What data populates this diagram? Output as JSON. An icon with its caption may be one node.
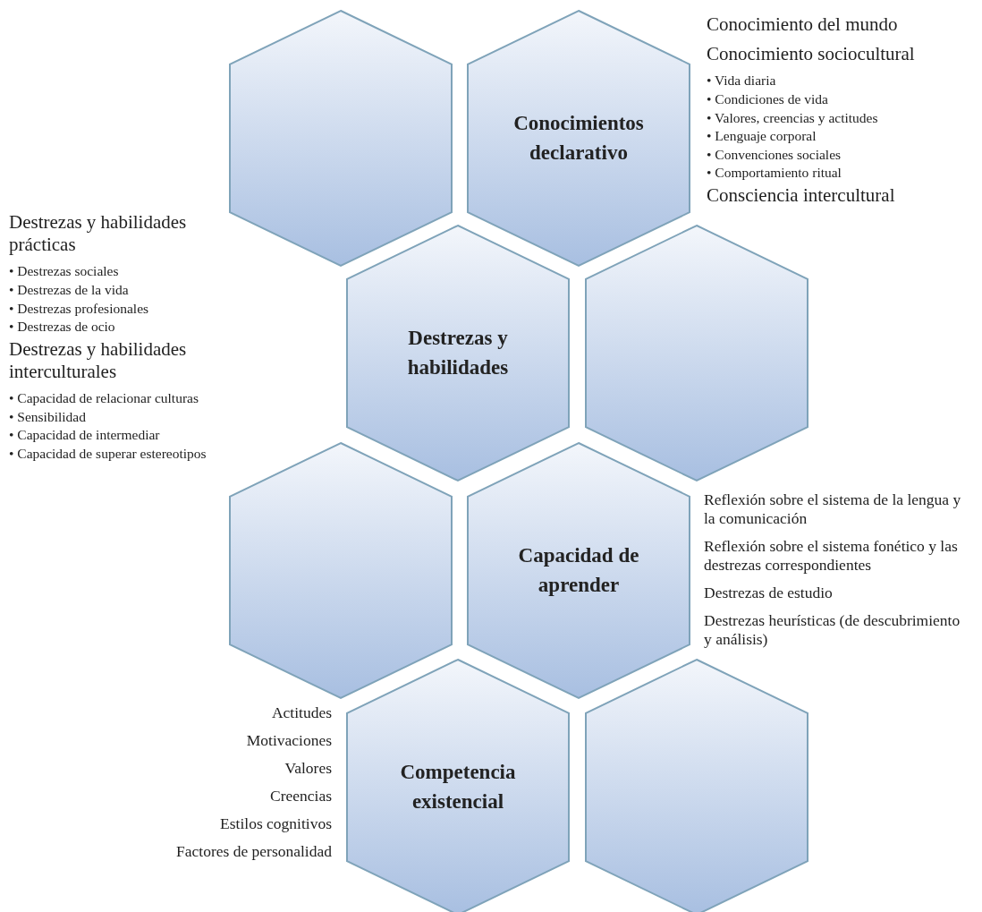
{
  "diagram": {
    "nodes": [
      {
        "text": [],
        "shape": "hexagon"
      },
      {
        "text": [
          "Conocimientos declarativo"
        ],
        "beside": [
          "Conocimiento del mundo",
          "Conocimiento sociocultural",
          "• Vida diaria",
          "• Condiciones de vida",
          "• Valores, creencias y actitudes",
          "• Lenguaje corporal",
          "• Convenciones sociales",
          "• Comportamiento ritual",
          "Consciencia intercultural"
        ]
      },
      {
        "text": [
          "Destrezas y habilidades"
        ]
      },
      {
        "text": [],
        "shape": "hexagon"
      },
      {
        "text": [],
        "shape": "hexagon"
      },
      {
        "text": [
          "Capacidad de aprender"
        ],
        "beside": [
          "Reflexión sobre el sistema de la lengua y la comunicación",
          "Reflexión sobre el sistema fonético y las destrezas correspondientes",
          "Destrezas de estudio",
          "Destrezas heurísticas (de descubrimiento y análisis)"
        ]
      },
      {
        "text": [
          "Competencia existencial"
        ],
        "beside": [
          "Actitudes",
          "Motivaciones",
          "Valores",
          "Creencias",
          "Estilos cognitivos",
          "Factores de personalidad"
        ]
      },
      {
        "text": [],
        "shape": "hexagon"
      }
    ],
    "labels": [
      "Destrezas y habilidades prácticas",
      "• Destrezas sociales",
      "• Destrezas de la vida",
      "• Destrezas profesionales",
      "• Destrezas de ocio",
      "Destrezas y habilidades interculturales",
      "• Capacidad de relacionar culturas",
      "• Sensibilidad",
      "• Capacidad de intermediar",
      "• Capacidad de superar estereotipos"
    ]
  }
}
